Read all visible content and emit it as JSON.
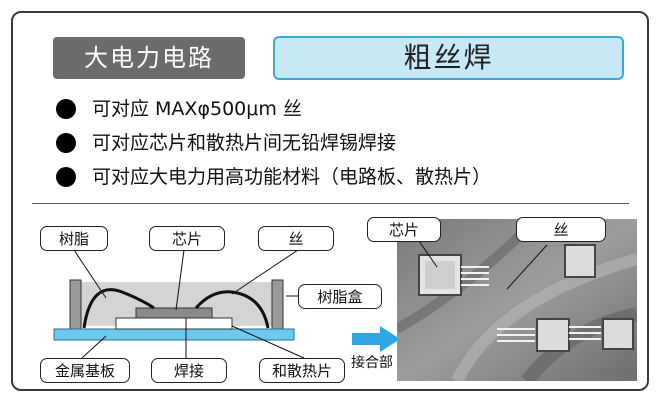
{
  "header": {
    "category_label": "大电力电路",
    "title": "粗丝焊"
  },
  "bullets": [
    "可对应 MAXφ500μm 丝",
    "可对应芯片和散热片间无铅焊锡焊接",
    "可对应大电力用高功能材料（电路板、散热片）"
  ],
  "diagram": {
    "labels": {
      "resin": "树脂",
      "chip": "芯片",
      "wire": "丝",
      "resin_case": "树脂盒",
      "metal_base": "金属基板",
      "solder": "焊接",
      "heatsink": "和散热片",
      "joint": "接合部"
    }
  },
  "photo": {
    "labels": {
      "chip": "芯片",
      "wire": "丝"
    }
  },
  "colors": {
    "tag_dark": "#6b6b6b",
    "tag_light_fill": "#c7e8f5",
    "tag_light_border": "#3aa8d8",
    "substrate_blue": "#6ec9ef",
    "arrow_blue": "#2ea6e6"
  }
}
